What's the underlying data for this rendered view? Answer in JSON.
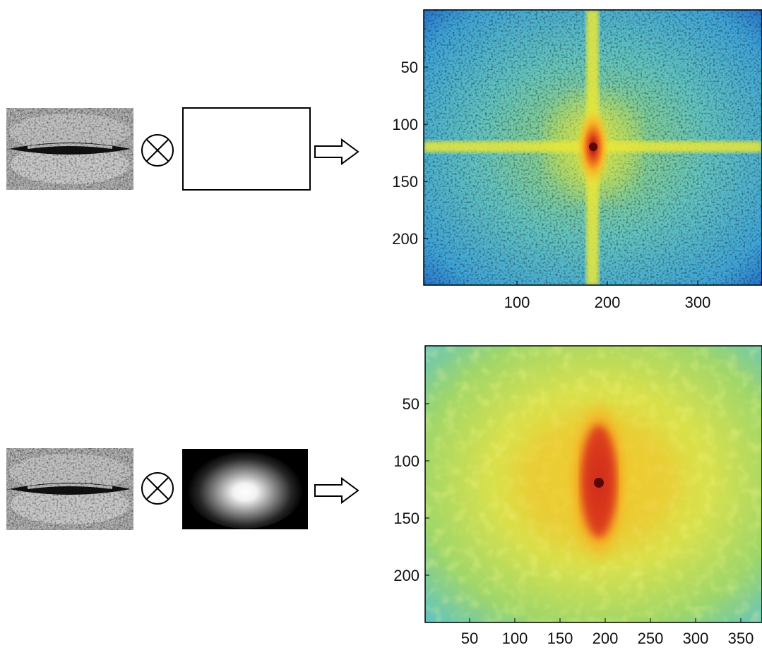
{
  "rows": [
    {
      "id": "rect-window",
      "window": "rectangular",
      "plot": {
        "x_ticks": [
          "100",
          "200",
          "300"
        ],
        "y_ticks": [
          "50",
          "100",
          "150",
          "200"
        ]
      }
    },
    {
      "id": "gaussian-window",
      "window": "gaussian",
      "plot": {
        "x_ticks": [
          "50",
          "100",
          "150",
          "200",
          "250",
          "300",
          "350"
        ],
        "y_ticks": [
          "50",
          "100",
          "150",
          "200"
        ]
      }
    }
  ],
  "operator": "⊗",
  "colormap": [
    "#0b2f8f",
    "#1f63c6",
    "#3fa4d8",
    "#62c3c0",
    "#9fd66a",
    "#e9e83a",
    "#f7b024",
    "#e2481a",
    "#8a0d0d"
  ],
  "chart_data": [
    {
      "type": "heatmap",
      "title": "",
      "xlabel": "",
      "ylabel": "",
      "xlim": [
        1,
        375
      ],
      "ylim": [
        240,
        1
      ],
      "x_ticks": [
        100,
        200,
        300
      ],
      "y_ticks": [
        50,
        100,
        150,
        200
      ],
      "peak": {
        "x": 188,
        "y": 120
      },
      "pattern": "cross-shaped spectrum (rectangular window)"
    },
    {
      "type": "heatmap",
      "title": "",
      "xlabel": "",
      "ylabel": "",
      "xlim": [
        1,
        375
      ],
      "ylim": [
        240,
        1
      ],
      "x_ticks": [
        50,
        100,
        150,
        200,
        250,
        300,
        350
      ],
      "y_ticks": [
        50,
        100,
        150,
        200
      ],
      "peak": {
        "x": 188,
        "y": 120
      },
      "pattern": "smooth elliptical spectrum (gaussian window)"
    }
  ]
}
